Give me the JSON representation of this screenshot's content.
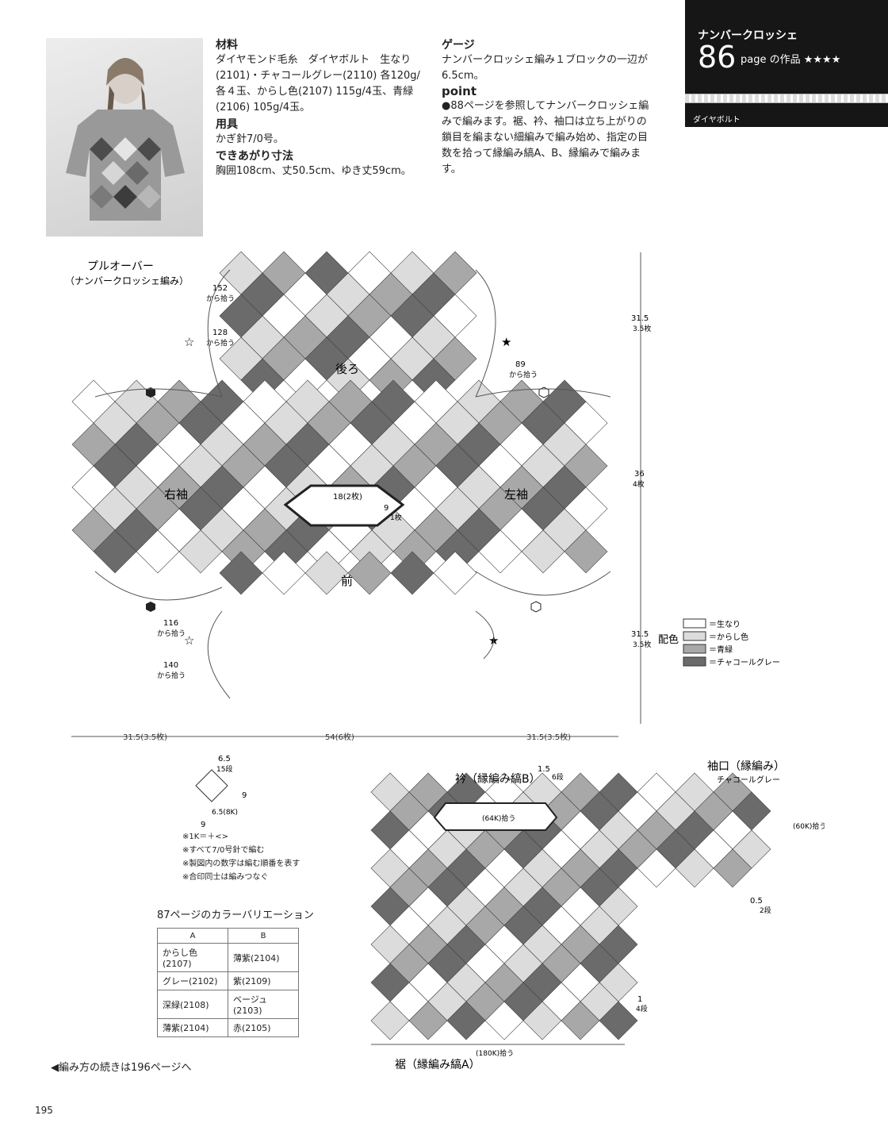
{
  "header": {
    "title": "ナンバークロッシェ",
    "page_number": "86",
    "page_label": "page の作品 ★★★★",
    "yarn_name": "ダイヤボルト"
  },
  "materials": {
    "heading": "材料",
    "text": "ダイヤモンド毛糸　ダイヤボルト　生なり(2101)・チャコールグレー(2110) 各120g/各４玉、からし色(2107) 115g/4玉、青緑(2106) 105g/4玉。"
  },
  "tools": {
    "heading": "用具",
    "text": "かぎ針7/0号。"
  },
  "size": {
    "heading": "できあがり寸法",
    "text": "胸囲108cm、丈50.5cm、ゆき丈59cm。"
  },
  "gauge": {
    "heading": "ゲージ",
    "text": "ナンバークロッシェ編み１ブロックの一辺が6.5cm。"
  },
  "point": {
    "heading": "point",
    "text": "●88ページを参照してナンバークロッシェ編みで編みます。裾、衿、袖口は立ち上がりの鎖目を編まない細編みで編み始め、指定の目数を拾って縁編み縞A、B、縁編みで編みます。"
  },
  "diagram": {
    "title1": "プルオーバー",
    "title2": "（ナンバークロッシェ編み）",
    "back_label": "後ろ",
    "front_label": "前",
    "right_sleeve": "右袖",
    "left_sleeve": "左袖",
    "neck_width": "18(2枚)",
    "neck_depth": "9",
    "neck_depth_blocks": "1枚",
    "pick_152": "152",
    "pick_128": "128",
    "pick_89": "89",
    "pick_116": "116",
    "pick_140": "140",
    "pick_suffix": "から拾う",
    "dim_top": "31.5",
    "dim_top_blocks": "3.5枚",
    "dim_mid": "36",
    "dim_mid_blocks": "4枚",
    "dim_bottom": "31.5",
    "dim_bottom_blocks": "3.5枚",
    "width_left": "31.5(3.5枚)",
    "width_center": "54(6枚)",
    "width_right": "31.5(3.5枚)"
  },
  "legend": {
    "title": "配色",
    "items": [
      {
        "label": "＝生なり",
        "color": "#ffffff"
      },
      {
        "label": "＝からし色",
        "color": "#dcdcdc"
      },
      {
        "label": "＝青緑",
        "color": "#a8a8a8"
      },
      {
        "label": "＝チャコールグレー",
        "color": "#6b6b6b"
      }
    ]
  },
  "block_diagram": {
    "side": "6.5",
    "side_rows": "15段",
    "diag": "9",
    "bottom": "6.5(8K)",
    "bottom_diag": "9"
  },
  "notes": [
    "※1K＝＋<>",
    "※すべて7/0号針で編む",
    "※製図内の数字は編む順番を表す",
    "※合印同士は編みつなぐ"
  ],
  "color_variation": {
    "title": "87ページのカラーバリエーション",
    "headers": [
      "A",
      "B"
    ],
    "rows": [
      [
        "からし色(2107)",
        "薄紫(2104)"
      ],
      [
        "グレー(2102)",
        "紫(2109)"
      ],
      [
        "深緑(2108)",
        "ベージュ(2103)"
      ],
      [
        "薄紫(2104)",
        "赤(2105)"
      ]
    ]
  },
  "edging": {
    "collar": "衿（縁編み縞B）",
    "collar_rows": "1.5",
    "collar_rows_unit": "6段",
    "collar_pick": "(64K)拾う",
    "cuff": "袖口（縁編み）",
    "cuff_color": "チャコールグレー",
    "cuff_pick": "(60K)拾う",
    "cuff_rows": "0.5",
    "cuff_rows_unit": "2段",
    "hem_rows": "1",
    "hem_rows_unit": "4段",
    "hem_pick": "(180K)拾う",
    "hem": "裾（縁編み縞A）"
  },
  "footer": {
    "continue": "◀編み方の続きは196ページへ",
    "page_no": "195"
  }
}
